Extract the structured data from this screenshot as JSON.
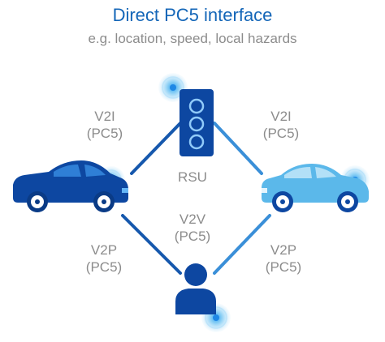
{
  "title": "Direct PC5 interface",
  "subtitle": "e.g. location, speed, local hazards",
  "links": {
    "v2i_left": {
      "name": "V2I",
      "interface": "(PC5)"
    },
    "v2i_right": {
      "name": "V2I",
      "interface": "(PC5)"
    },
    "v2v": {
      "name": "V2V",
      "interface": "(PC5)"
    },
    "v2p_left": {
      "name": "V2P",
      "interface": "(PC5)"
    },
    "v2p_right": {
      "name": "V2P",
      "interface": "(PC5)"
    }
  },
  "nodes": {
    "rsu": {
      "label": "RSU",
      "icon": "traffic-light-icon"
    },
    "vehicle_left": {
      "icon": "car-icon"
    },
    "vehicle_right": {
      "icon": "car-icon"
    },
    "pedestrian": {
      "icon": "person-icon"
    }
  },
  "colors": {
    "title": "#1466b8",
    "text_gray": "#8c8c8c",
    "dark_blue": "#0d47a1",
    "light_blue": "#5bb8ea",
    "line": "#1565c0",
    "signal": "#4db6f0"
  }
}
